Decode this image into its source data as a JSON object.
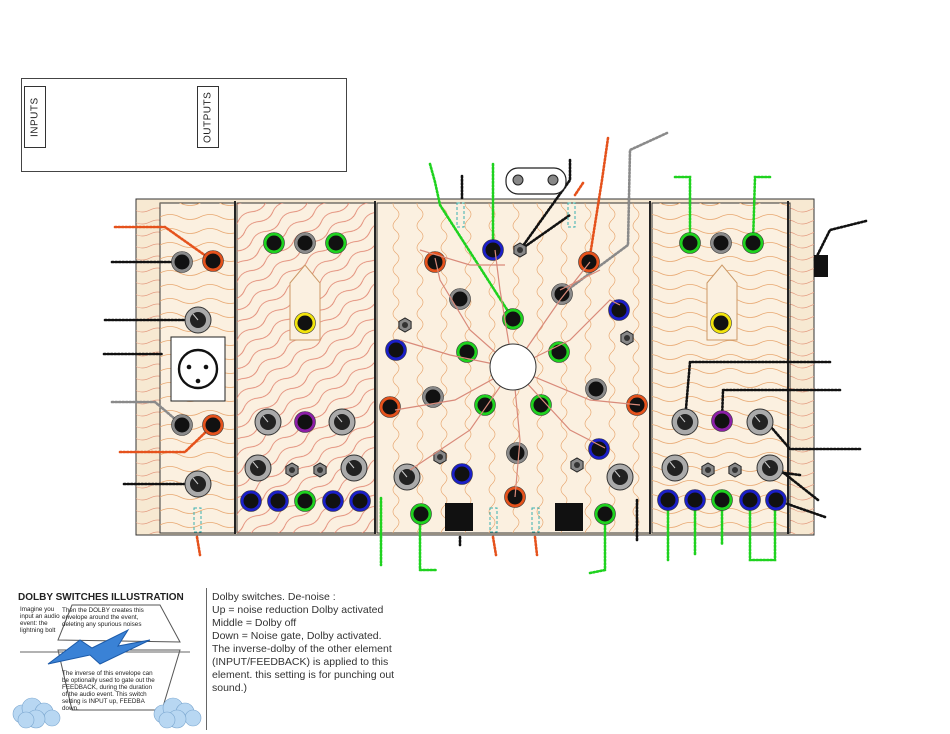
{
  "legend": {
    "inputs_label": "INPUTS",
    "outputs_label": "OUTPUTS"
  },
  "colors": {
    "input_blue": "#1b1fc8",
    "input_green": "#1fd21f",
    "input_purple": "#8d1fa8",
    "output_yellow": "#f2e40c",
    "output_gray": "#8a8a8a",
    "output_orange": "#e5521c",
    "panel_wood": "#f7e9d2",
    "wood_line": "#e5a56b",
    "cable_black": "#111111"
  },
  "dolby_illustration": {
    "title": "DOLBY SWITCHES ILLUSTRATION",
    "left_note": [
      "Imagine you",
      "input an audio",
      "event: the",
      "lightning bolt"
    ],
    "top_note": [
      "Then the DOLBY creates this",
      "envelope around the event,",
      "deleting any spurious noises"
    ],
    "bottom_note": [
      "The inverse of this envelope can",
      "be optionally used to gate out the",
      "FEEDBACK, during the duration",
      "of the audio event.  This switch",
      "setting is INPUT up, FEEDBA",
      "down."
    ]
  },
  "description": {
    "lines": [
      "Dolby switches. De-noise :",
      "Up = noise reduction Dolby activated",
      "Middle = Dolby off",
      "Down = Noise gate, Dolby activated.",
      "The inverse-dolby of the other element",
      "(INPUT/FEEDBACK) is applied to this",
      "element. this setting is for punching out",
      "sound.)"
    ]
  }
}
